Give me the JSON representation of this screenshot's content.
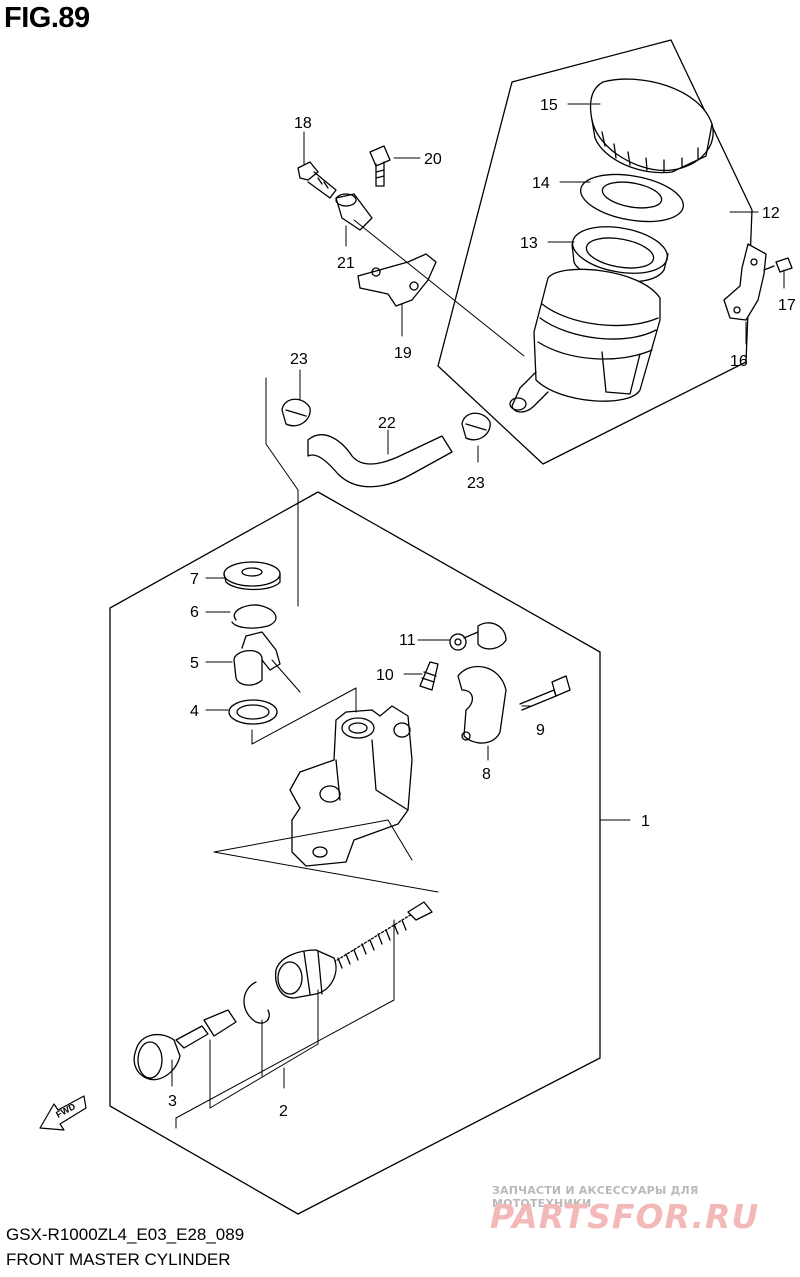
{
  "figure": {
    "title": "FIG.89",
    "model_code": "GSX-R1000ZL4_E03_E28_089",
    "part_name": "FRONT MASTER CYLINDER"
  },
  "callouts": [
    {
      "id": "1",
      "text": "1"
    },
    {
      "id": "2",
      "text": "2"
    },
    {
      "id": "3",
      "text": "3"
    },
    {
      "id": "4",
      "text": "4"
    },
    {
      "id": "5",
      "text": "5"
    },
    {
      "id": "6",
      "text": "6"
    },
    {
      "id": "7",
      "text": "7"
    },
    {
      "id": "8",
      "text": "8"
    },
    {
      "id": "9",
      "text": "9"
    },
    {
      "id": "10",
      "text": "10"
    },
    {
      "id": "11",
      "text": "11"
    },
    {
      "id": "12",
      "text": "12"
    },
    {
      "id": "13",
      "text": "13"
    },
    {
      "id": "14",
      "text": "14"
    },
    {
      "id": "15",
      "text": "15"
    },
    {
      "id": "16",
      "text": "16"
    },
    {
      "id": "17",
      "text": "17"
    },
    {
      "id": "18",
      "text": "18"
    },
    {
      "id": "19",
      "text": "19"
    },
    {
      "id": "20",
      "text": "20"
    },
    {
      "id": "21",
      "text": "21"
    },
    {
      "id": "22",
      "text": "22"
    },
    {
      "id": "23a",
      "text": "23"
    },
    {
      "id": "23b",
      "text": "23"
    }
  ],
  "fwd_arrow": {
    "text": "FWD",
    "icon": "fwd-arrow-icon"
  },
  "watermark": {
    "tagline": "ЗАПЧАСТИ И АКСЕССУАРЫ ДЛЯ МОТОТЕХНИКИ",
    "logo": "PARTSFOR.RU",
    "color": "#f3b9b9"
  }
}
